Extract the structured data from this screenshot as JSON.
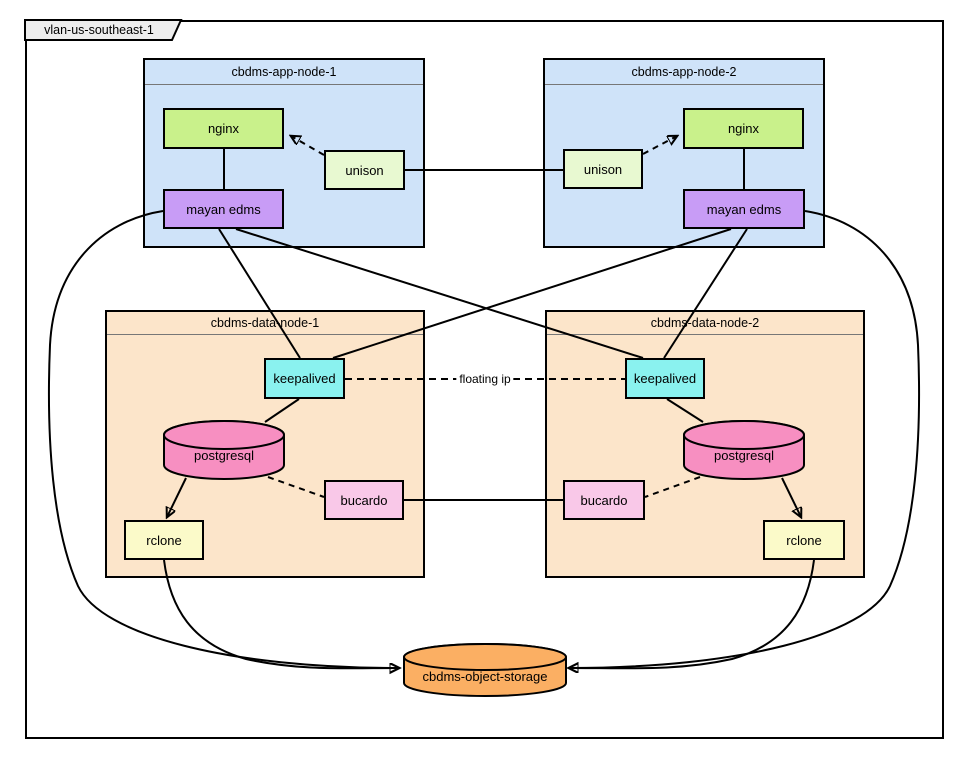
{
  "vlan": {
    "label": "vlan-us-southeast-1"
  },
  "app_nodes": [
    {
      "title": "cbdms-app-node-1",
      "nginx": "nginx",
      "unison": "unison",
      "mayan": "mayan edms"
    },
    {
      "title": "cbdms-app-node-2",
      "nginx": "nginx",
      "unison": "unison",
      "mayan": "mayan edms"
    }
  ],
  "data_nodes": [
    {
      "title": "cbdms-data-node-1",
      "keepalived": "keepalived",
      "postgresql": "postgresql",
      "bucardo": "bucardo",
      "rclone": "rclone"
    },
    {
      "title": "cbdms-data-node-2",
      "keepalived": "keepalived",
      "postgresql": "postgresql",
      "bucardo": "bucardo",
      "rclone": "rclone"
    }
  ],
  "storage": {
    "label": "cbdms-object-storage"
  },
  "edge_labels": {
    "floating_ip": "floating ip"
  },
  "colors": {
    "app-fill": "#cfe3f9",
    "data-fill": "#fce5ca",
    "nginx-fill": "#c9f18b",
    "unison-fill": "#e8f9d1",
    "mayan-fill": "#c89cf6",
    "keepalived-fill": "#8af2ef",
    "postgres-fill": "#f78fc1",
    "bucardo-fill": "#f9c8e8",
    "rclone-fill": "#fbfac9",
    "storage-fill": "#fbaf63",
    "tab-fill": "#ededed",
    "edge": "#000000"
  }
}
